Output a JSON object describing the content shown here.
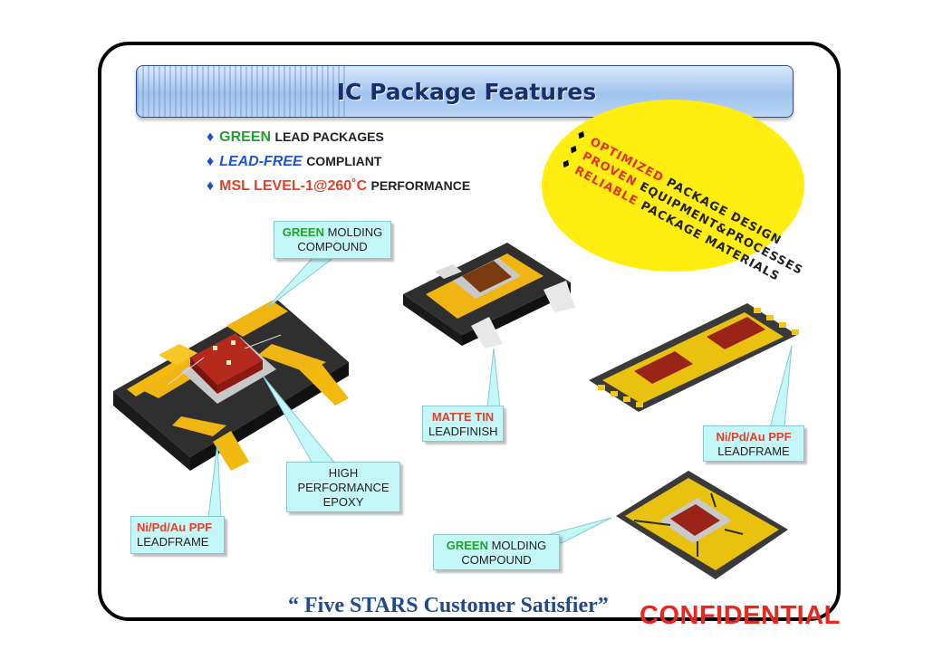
{
  "title": "IC Package Features",
  "features": [
    {
      "kw": "GREEN",
      "rest": "LEAD PACKAGES"
    },
    {
      "kw": "LEAD-FREE",
      "rest": "COMPLIANT"
    },
    {
      "kw": "MSL LEVEL-1@260˚C",
      "rest": "PERFORMANCE"
    }
  ],
  "oval": [
    {
      "kw": "OPTIMIZED",
      "rest": "PACKAGE DESIGN"
    },
    {
      "kw": "PROVEN",
      "rest": "EQUIPMENT&PROCESSES"
    },
    {
      "kw": "RELIABLE",
      "rest": "PACKAGE MATERIALS"
    }
  ],
  "callouts": {
    "molding1": {
      "kw": "GREEN",
      "rest": "MOLDING",
      "line2": "COMPOUND"
    },
    "matte": {
      "kw": "MATTE TIN",
      "line2": "LEADFINISH"
    },
    "ppf_right": {
      "kw": "Ni/Pd/Au PPF",
      "line2": "LEADFRAME"
    },
    "epoxy": {
      "line1": "HIGH",
      "line2": "PERFORMANCE",
      "line3": "EPOXY"
    },
    "ppf_left": {
      "kw": "Ni/Pd/Au PPF",
      "line2": "LEADFRAME"
    },
    "molding2": {
      "kw": "GREEN",
      "rest": "MOLDING",
      "line2": "COMPOUND"
    }
  },
  "slogan": "“ Five  STARS  Customer  Satisfier”",
  "confidential": "CONFIDENTIAL",
  "colors": {
    "green": "#22a030",
    "red": "#e5402a",
    "blue": "#1d55d8",
    "callout": "#c4f7f7",
    "oval": "#ffee10"
  }
}
